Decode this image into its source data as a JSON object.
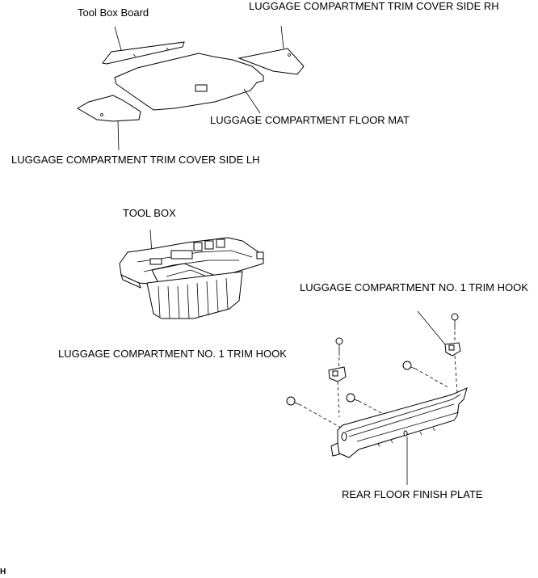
{
  "labels": {
    "tool_box_board": "Tool Box Board",
    "trim_cover_side_rh": "LUGGAGE COMPARTMENT TRIM COVER SIDE RH",
    "floor_mat": "LUGGAGE COMPARTMENT FLOOR MAT",
    "trim_cover_side_lh": "LUGGAGE COMPARTMENT TRIM COVER SIDE LH",
    "tool_box": "TOOL BOX",
    "trim_hook_right": "LUGGAGE COMPARTMENT NO. 1 TRIM HOOK",
    "trim_hook_left": "LUGGAGE COMPARTMENT NO. 1 TRIM HOOK",
    "rear_floor_finish_plate": "REAR FLOOR FINISH PLATE",
    "corner_mark": "H"
  }
}
